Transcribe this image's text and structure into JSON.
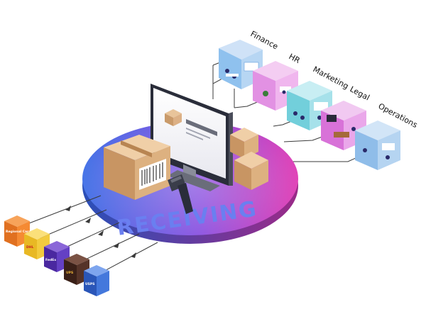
{
  "platform": {
    "label": "RECEIVING"
  },
  "departments": [
    {
      "label": "Finance",
      "color": "#4f8fd8"
    },
    {
      "label": "HR",
      "color": "#c94fd6"
    },
    {
      "label": "Marketing",
      "color": "#39b6c8"
    },
    {
      "label": "Legal",
      "color": "#c044c7"
    },
    {
      "label": "Operations",
      "color": "#4f8fd8"
    }
  ],
  "carriers": [
    {
      "name": "Regional Carrier",
      "logo_text": "Regional Carrier",
      "color": "#f07d24"
    },
    {
      "name": "DHL",
      "logo_text": "DHL",
      "color": "#f2c83b"
    },
    {
      "name": "FedEx",
      "logo_text": "FedEx",
      "color": "#5d35b8"
    },
    {
      "name": "UPS",
      "logo_text": "UPS",
      "color": "#4a2e25"
    },
    {
      "name": "USPS",
      "logo_text": "USPS",
      "color": "#3b6fd1"
    }
  ],
  "colors": {
    "platform_gradient_start": "#4a77e8",
    "platform_gradient_end": "#d838b8",
    "box": "#dcb085",
    "arrow": "#3a3a3a"
  }
}
